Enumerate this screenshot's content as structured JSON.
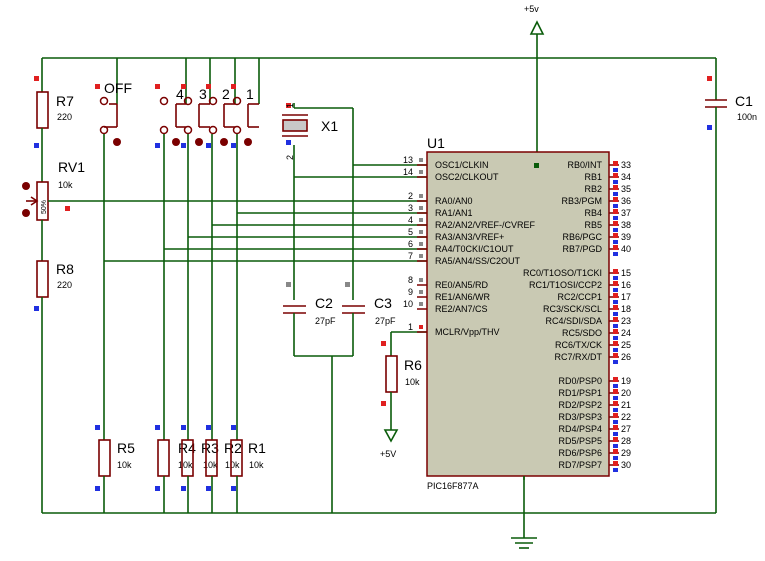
{
  "power": {
    "vcc_label": "+5v",
    "mclr_supply_label": "+5V"
  },
  "components": {
    "r7": {
      "ref": "R7",
      "value": "220"
    },
    "rv1": {
      "ref": "RV1",
      "value": "10k",
      "body_text": "50%"
    },
    "r8": {
      "ref": "R8",
      "value": "220"
    },
    "r5": {
      "ref": "R5",
      "value": "10k"
    },
    "r4": {
      "ref": "R4",
      "value": "10k"
    },
    "r3": {
      "ref": "R3",
      "value": "10k"
    },
    "r2": {
      "ref": "R2",
      "value": "10k"
    },
    "r1": {
      "ref": "R1",
      "value": "10k"
    },
    "r6": {
      "ref": "R6",
      "value": "10k"
    },
    "c1": {
      "ref": "C1",
      "value": "100n"
    },
    "c2": {
      "ref": "C2",
      "value": "27pF"
    },
    "c3": {
      "ref": "C3",
      "value": "27pF"
    },
    "x1": {
      "ref": "X1",
      "pin1": "1",
      "pin2": "2"
    }
  },
  "switches": {
    "off": "OFF",
    "s4": "4",
    "s3": "3",
    "s2": "2",
    "s1": "1"
  },
  "ic": {
    "ref": "U1",
    "part": "PIC16F877A",
    "left_pins": [
      {
        "num": "13",
        "label": "OSC1/CLKIN"
      },
      {
        "num": "14",
        "label": "OSC2/CLKOUT"
      },
      {
        "num": "2",
        "label": "RA0/AN0"
      },
      {
        "num": "3",
        "label": "RA1/AN1"
      },
      {
        "num": "4",
        "label": "RA2/AN2/VREF-/CVREF"
      },
      {
        "num": "5",
        "label": "RA3/AN3/VREF+"
      },
      {
        "num": "6",
        "label": "RA4/T0CKI/C1OUT"
      },
      {
        "num": "7",
        "label": "RA5/AN4/SS/C2OUT"
      },
      {
        "num": "8",
        "label": "RE0/AN5/RD"
      },
      {
        "num": "9",
        "label": "RE1/AN6/WR"
      },
      {
        "num": "10",
        "label": "RE2/AN7/CS"
      },
      {
        "num": "1",
        "label": "MCLR/Vpp/THV"
      }
    ],
    "right_pins": [
      {
        "num": "33",
        "label": "RB0/INT"
      },
      {
        "num": "34",
        "label": "RB1"
      },
      {
        "num": "35",
        "label": "RB2"
      },
      {
        "num": "36",
        "label": "RB3/PGM"
      },
      {
        "num": "37",
        "label": "RB4"
      },
      {
        "num": "38",
        "label": "RB5"
      },
      {
        "num": "39",
        "label": "RB6/PGC"
      },
      {
        "num": "40",
        "label": "RB7/PGD"
      },
      {
        "num": "15",
        "label": "RC0/T1OSO/T1CKI"
      },
      {
        "num": "16",
        "label": "RC1/T1OSI/CCP2"
      },
      {
        "num": "17",
        "label": "RC2/CCP1"
      },
      {
        "num": "18",
        "label": "RC3/SCK/SCL"
      },
      {
        "num": "23",
        "label": "RC4/SDI/SDA"
      },
      {
        "num": "24",
        "label": "RC5/SDO"
      },
      {
        "num": "25",
        "label": "RC6/TX/CK"
      },
      {
        "num": "26",
        "label": "RC7/RX/DT"
      },
      {
        "num": "19",
        "label": "RD0/PSP0"
      },
      {
        "num": "20",
        "label": "RD1/PSP1"
      },
      {
        "num": "21",
        "label": "RD2/PSP2"
      },
      {
        "num": "22",
        "label": "RD3/PSP3"
      },
      {
        "num": "27",
        "label": "RD4/PSP4"
      },
      {
        "num": "28",
        "label": "RD5/PSP5"
      },
      {
        "num": "29",
        "label": "RD6/PSP6"
      },
      {
        "num": "30",
        "label": "RD7/PSP7"
      }
    ]
  }
}
